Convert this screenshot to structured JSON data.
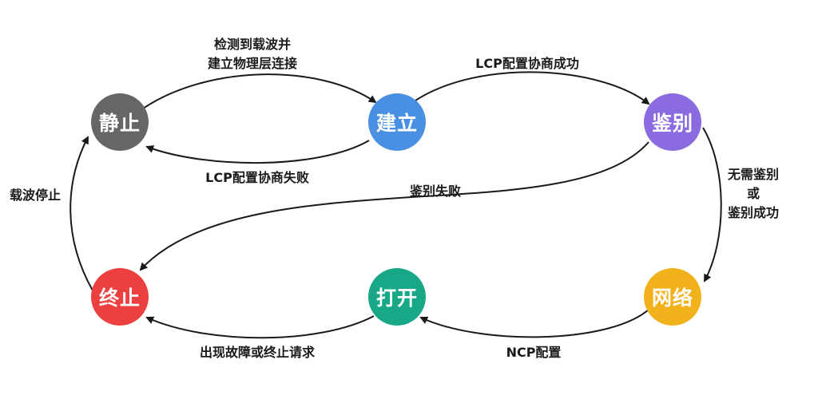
{
  "nodes": {
    "static": {
      "label": "静止",
      "color": "#666666"
    },
    "establish": {
      "label": "建立",
      "color": "#4a90e2"
    },
    "authenticate": {
      "label": "鉴别",
      "color": "#8b6be0"
    },
    "terminate": {
      "label": "终止",
      "color": "#ec4040"
    },
    "open": {
      "label": "打开",
      "color": "#19a887"
    },
    "network": {
      "label": "网络",
      "color": "#f2b21c"
    }
  },
  "edges": {
    "static_to_establish": {
      "line1": "检测到载波并",
      "line2": "建立物理层连接"
    },
    "establish_to_static": {
      "label": "LCP配置协商失败"
    },
    "establish_to_authenticate": {
      "label": "LCP配置协商成功"
    },
    "authenticate_to_terminate": {
      "label": "鉴别失败"
    },
    "authenticate_to_network": {
      "line1": "无需鉴别",
      "line2": "或",
      "line3": "鉴别成功"
    },
    "network_to_open": {
      "label": "NCP配置"
    },
    "open_to_terminate": {
      "label": "出现故障或终止请求"
    },
    "terminate_to_static": {
      "label": "载波停止"
    }
  }
}
